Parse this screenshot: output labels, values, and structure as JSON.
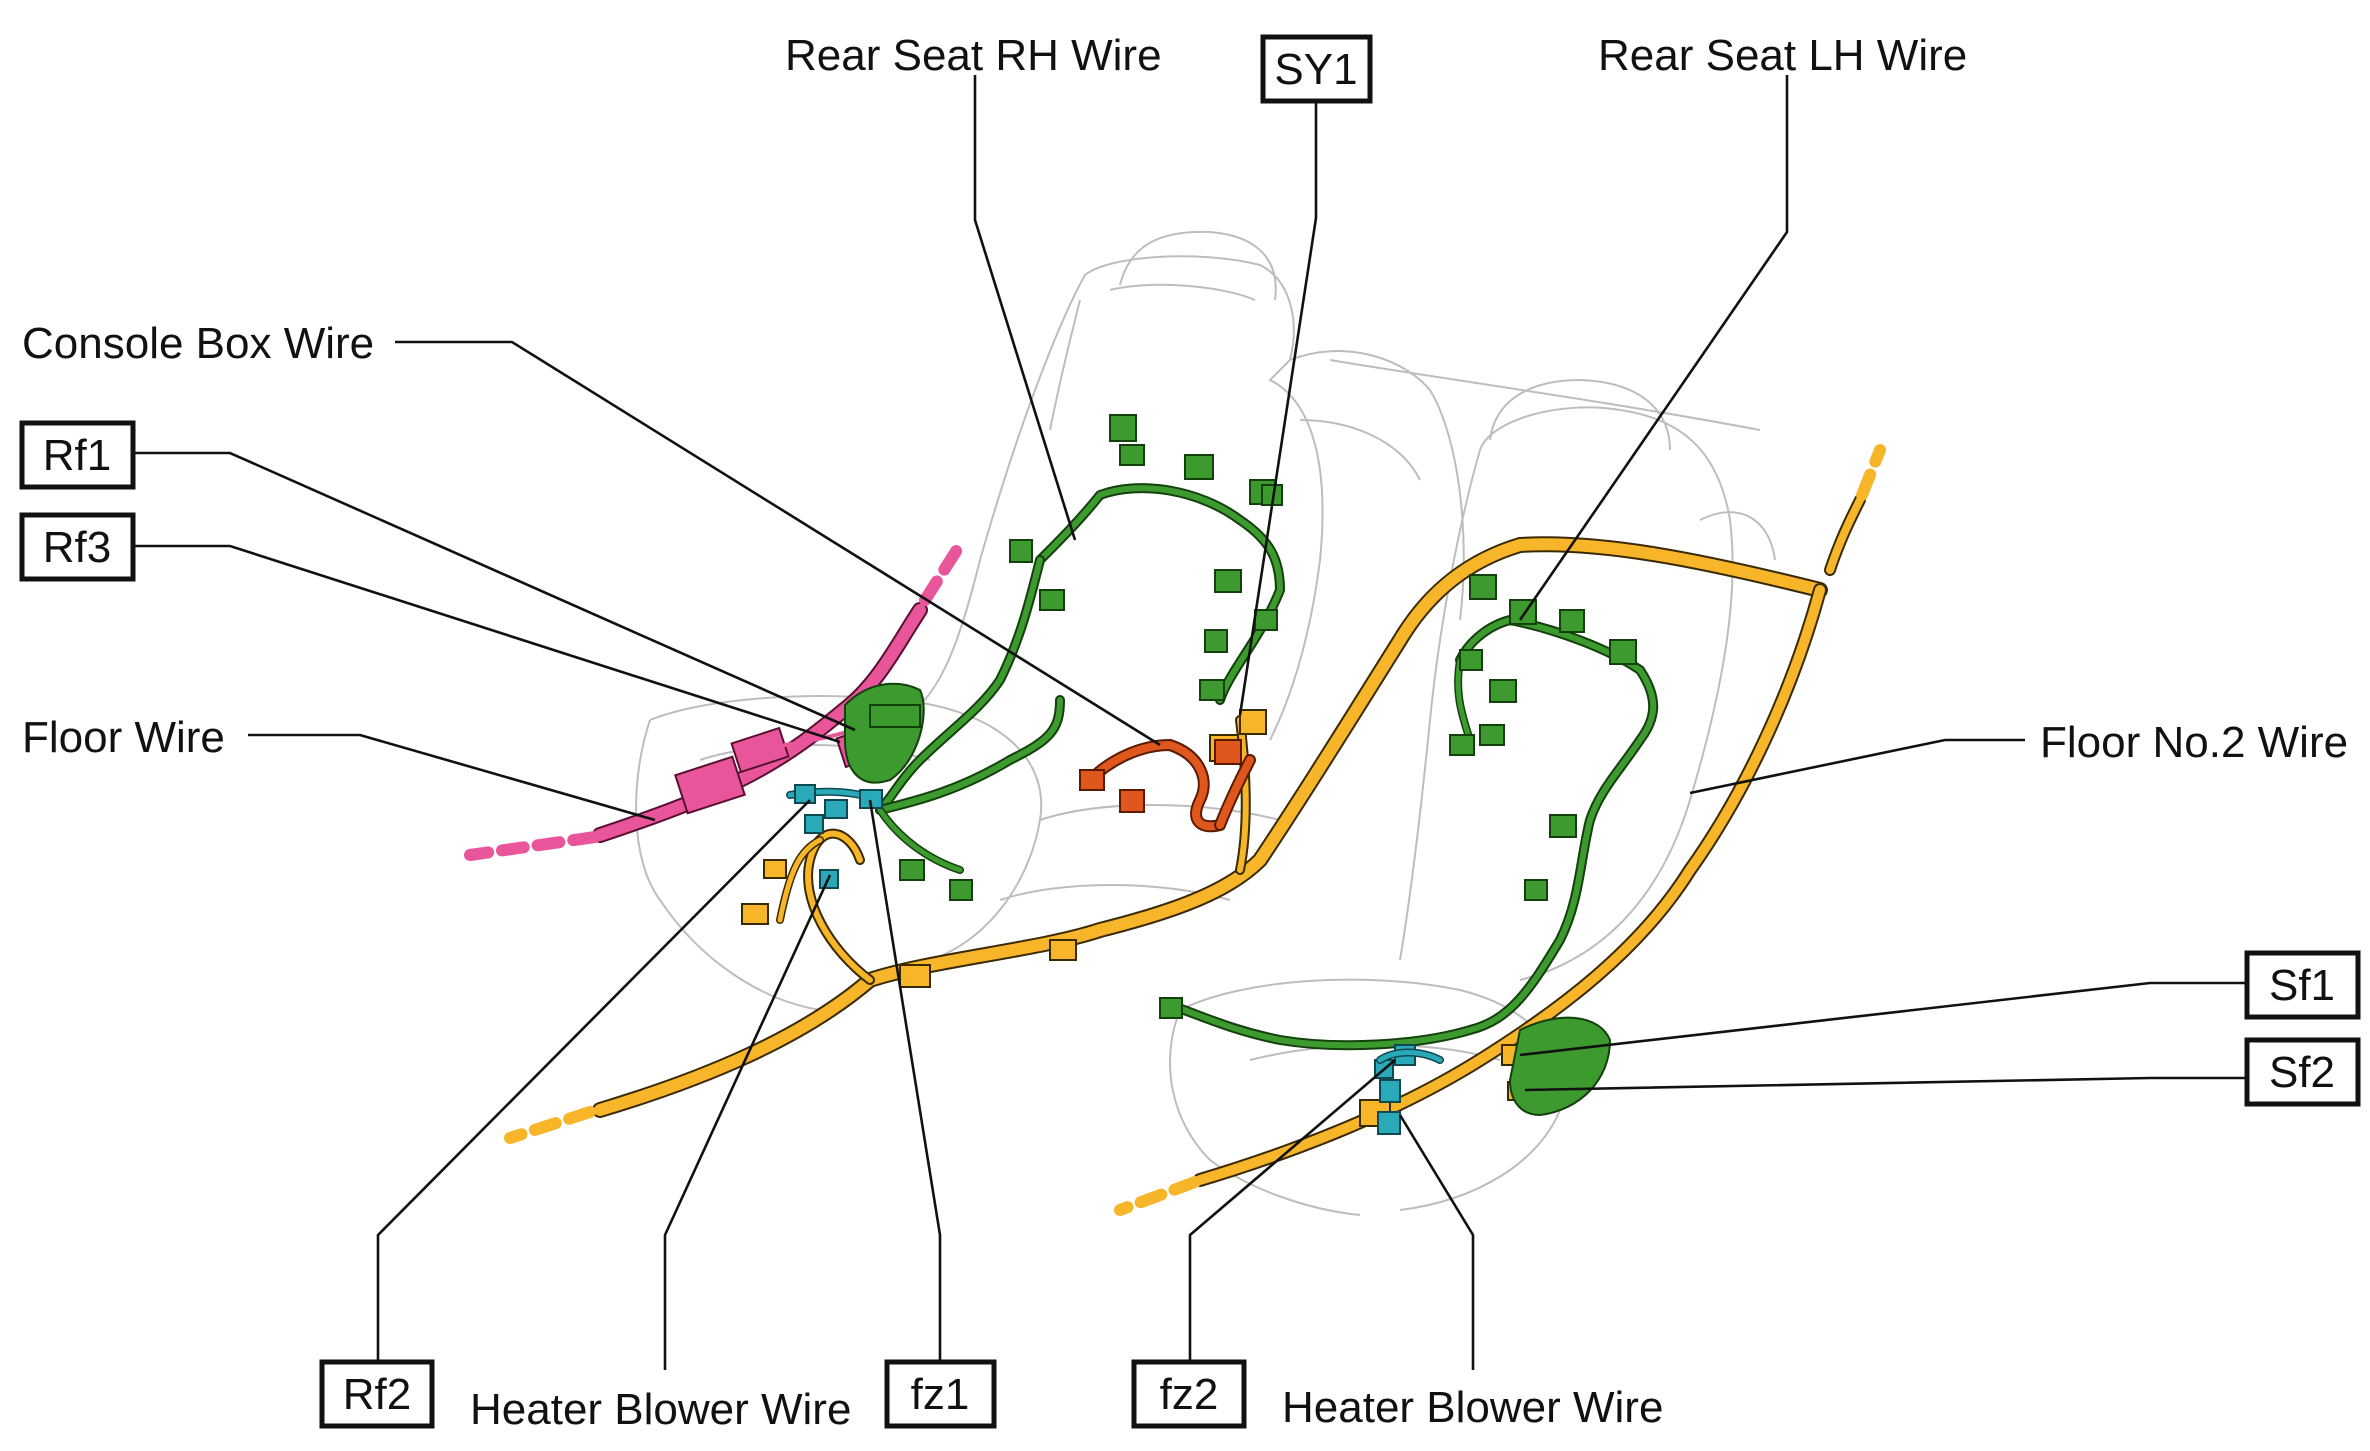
{
  "labels": {
    "rear_seat_rh_wire": "Rear Seat RH Wire",
    "rear_seat_lh_wire": "Rear Seat LH Wire",
    "console_box_wire": "Console Box Wire",
    "floor_wire": "Floor Wire",
    "floor_no2_wire": "Floor No.2 Wire",
    "heater_blower_wire_left": "Heater Blower Wire",
    "heater_blower_wire_right": "Heater Blower Wire"
  },
  "connectors": {
    "sy1": "SY1",
    "rf1": "Rf1",
    "rf3": "Rf3",
    "rf2": "Rf2",
    "fz1": "fz1",
    "fz2": "fz2",
    "sf1": "Sf1",
    "sf2": "Sf2"
  },
  "colors": {
    "floor_wire": "#e8559a",
    "floor_no2_wire": "#f7b52a",
    "rear_seat_wire": "#3d9a2f",
    "console_box_wire": "#e0571e",
    "heater_blower_wire": "#2aa9b8",
    "seat_outline": "#bdbdbd"
  }
}
